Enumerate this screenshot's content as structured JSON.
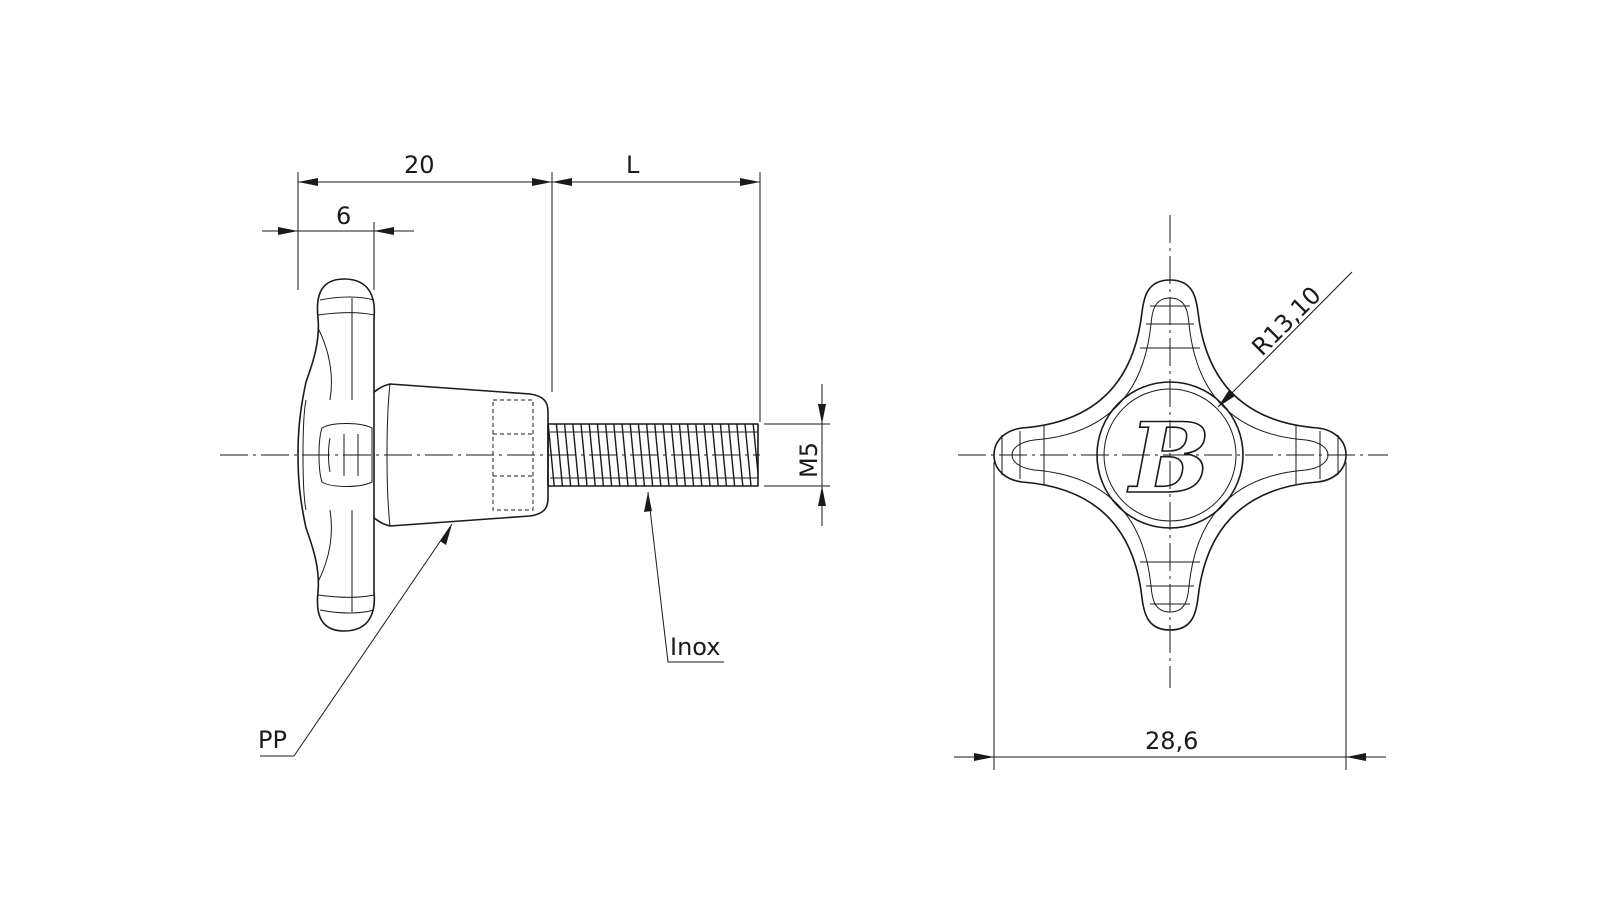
{
  "dimensions": {
    "head_length": "20",
    "thread_length": "L",
    "head_thickness": "6",
    "thread_size": "M5",
    "radius": "R13,10",
    "width": "28,6"
  },
  "materials": {
    "body": "PP",
    "screw": "Inox"
  },
  "logo_letter": "B"
}
